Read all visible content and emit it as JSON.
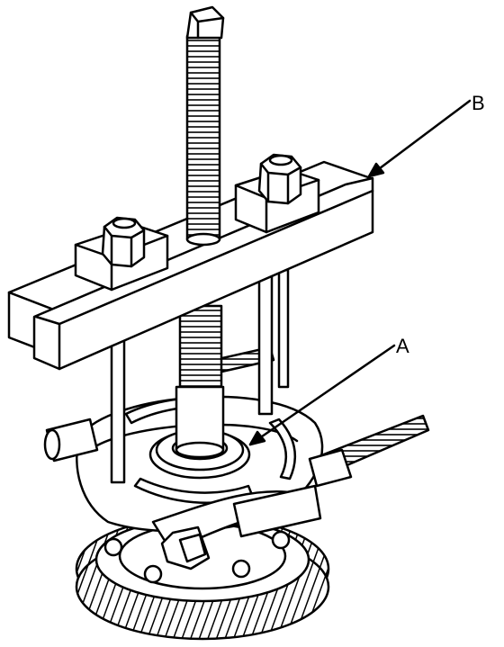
{
  "callouts": {
    "a": "A",
    "b": "B"
  },
  "colors": {
    "ink": "#000000",
    "paper": "#ffffff"
  },
  "parts": {
    "a": "bearing",
    "b": "bearing-puller"
  }
}
